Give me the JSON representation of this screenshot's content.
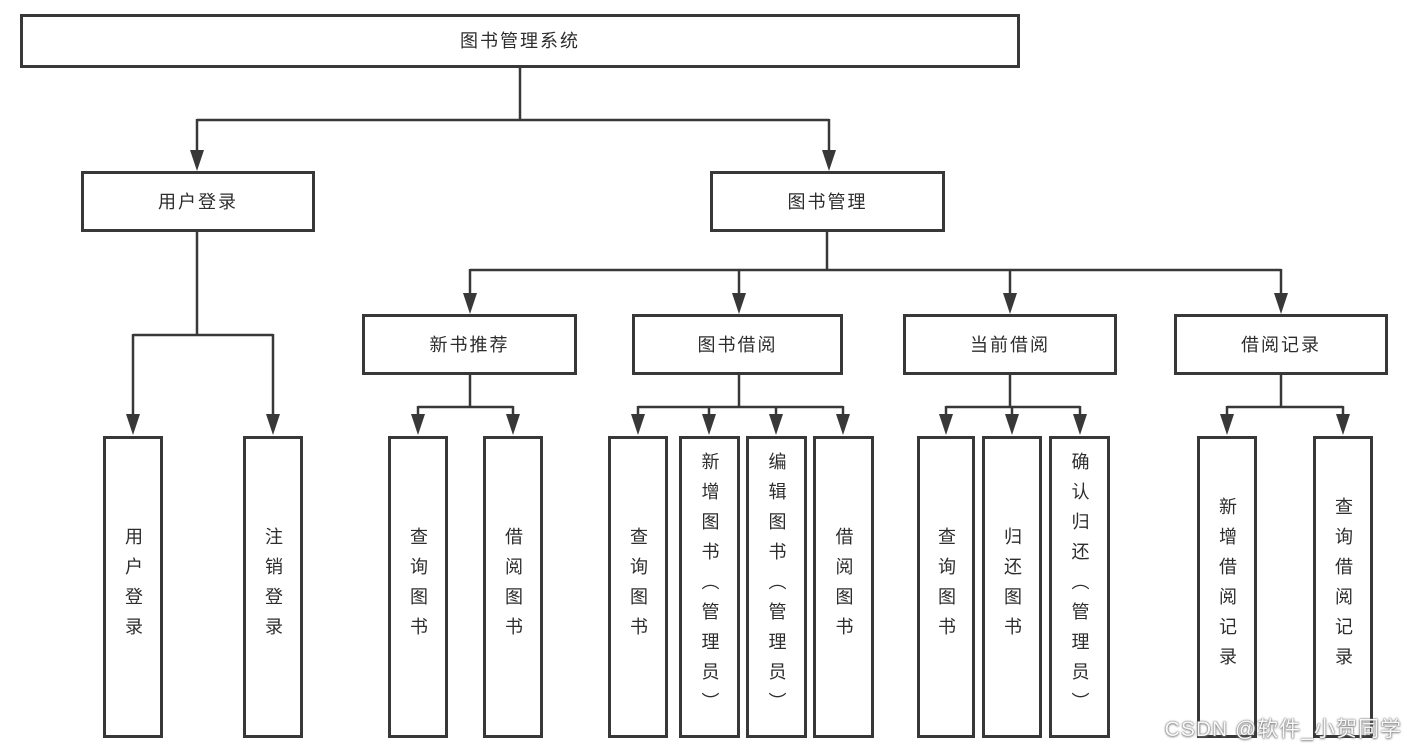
{
  "diagram": {
    "root": {
      "label": "图书管理系统"
    },
    "level2": [
      {
        "label": "用户登录"
      },
      {
        "label": "图书管理"
      }
    ],
    "level3": [
      {
        "label": "新书推荐"
      },
      {
        "label": "图书借阅"
      },
      {
        "label": "当前借阅"
      },
      {
        "label": "借阅记录"
      }
    ],
    "leaves": [
      {
        "label": "用户登录"
      },
      {
        "label": "注销登录"
      },
      {
        "label": "查询图书"
      },
      {
        "label": "借阅图书"
      },
      {
        "label": "查询图书"
      },
      {
        "label": "新增图书（管理员）"
      },
      {
        "label": "编辑图书（管理员）"
      },
      {
        "label": "借阅图书"
      },
      {
        "label": "查询图书"
      },
      {
        "label": "归还图书"
      },
      {
        "label": "确认归还（管理员）"
      },
      {
        "label": "新增借阅记录"
      },
      {
        "label": "查询借阅记录"
      }
    ]
  },
  "watermark": "CSDN @软件_小贺同学",
  "colors": {
    "line": "#383838",
    "text": "#2d2d2d",
    "background": "#ffffff"
  }
}
